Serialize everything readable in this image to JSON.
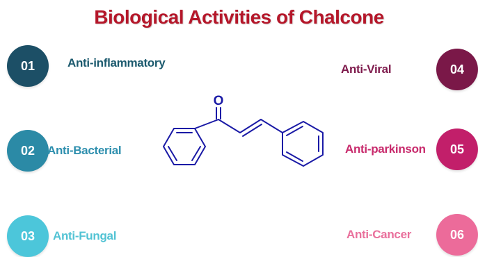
{
  "title": "Biological Activities of Chalcone",
  "molecule": {
    "oxygen_label": "O",
    "color": "#1a1aa6"
  },
  "activities": [
    {
      "number": "01",
      "label": "Anti-inflammatory",
      "badge_color": "#1c4f66",
      "label_color": "#1c5a6e"
    },
    {
      "number": "02",
      "label": "Anti-Bacterial",
      "badge_color": "#2b8aa6",
      "label_color": "#2e8fae"
    },
    {
      "number": "03",
      "label": "Anti-Fungal",
      "badge_color": "#4cc6da",
      "label_color": "#52c3d4"
    },
    {
      "number": "04",
      "label": "Anti-Viral",
      "badge_color": "#7a1848",
      "label_color": "#7e1a4c"
    },
    {
      "number": "05",
      "label": "Anti-parkinson",
      "badge_color": "#c21f6a",
      "label_color": "#c82a6c"
    },
    {
      "number": "06",
      "label": "Anti-Cancer",
      "badge_color": "#ec6b9a",
      "label_color": "#e9709c"
    }
  ]
}
